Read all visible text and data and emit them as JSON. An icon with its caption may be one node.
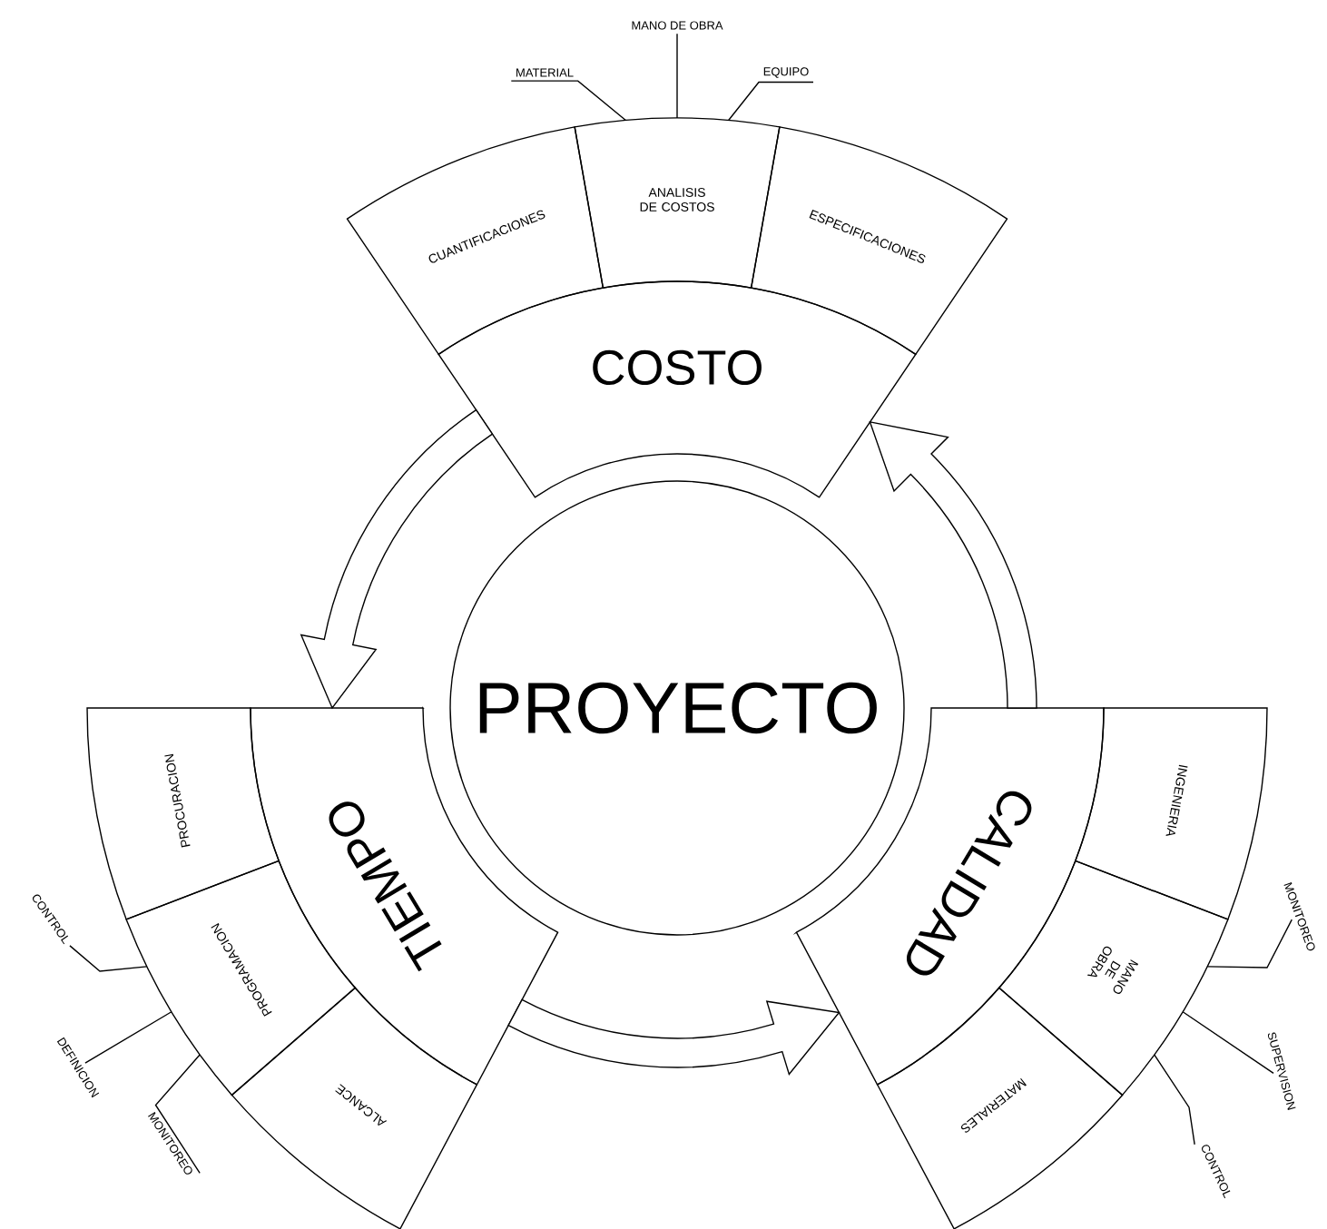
{
  "diagram": {
    "nodes": [
      {
        "text": [
          "PROYECTO"
        ]
      },
      {
        "text": [
          "COSTO"
        ]
      },
      {
        "text": [
          "CUANTIFICACIONES"
        ]
      },
      {
        "text": [
          "ANALISIS DE COSTOS"
        ]
      },
      {
        "text": [
          "ESPECIFICACIONES"
        ]
      },
      {
        "text": [
          "TIEMPO"
        ]
      },
      {
        "text": [
          "PROCURACION"
        ]
      },
      {
        "text": [
          "PROGRAMACION"
        ]
      },
      {
        "text": [
          "ALCANCE"
        ]
      },
      {
        "text": [
          "CALIDAD"
        ]
      },
      {
        "text": [
          "INGENIERIA"
        ]
      },
      {
        "text": [
          "MANO DE OBRA"
        ]
      },
      {
        "text": [
          "MATERIALES"
        ]
      },
      {
        "text": [
          "MATERIAL"
        ]
      },
      {
        "text": [
          "MANO DE OBRA"
        ]
      },
      {
        "text": [
          "EQUIPO"
        ]
      },
      {
        "text": [
          "CONTROL"
        ]
      },
      {
        "text": [
          "DEFINICION"
        ]
      },
      {
        "text": [
          "MONITOREO"
        ]
      },
      {
        "text": [
          "MONITOREO"
        ]
      },
      {
        "text": [
          "SUPERVISION"
        ]
      },
      {
        "text": [
          "CONTROL"
        ]
      }
    ],
    "edges": [
      {
        "from": 1,
        "to": 5,
        "arrow": "to"
      },
      {
        "from": 5,
        "to": 9,
        "arrow": "to"
      },
      {
        "from": 9,
        "to": 1,
        "arrow": "to"
      },
      {
        "from": 13,
        "to": 3,
        "arrow": "none"
      },
      {
        "from": 14,
        "to": 3,
        "arrow": "none"
      },
      {
        "from": 15,
        "to": 3,
        "arrow": "none"
      },
      {
        "from": 16,
        "to": 7,
        "arrow": "none"
      },
      {
        "from": 17,
        "to": 7,
        "arrow": "none"
      },
      {
        "from": 18,
        "to": 7,
        "arrow": "none"
      },
      {
        "from": 19,
        "to": 11,
        "arrow": "none"
      },
      {
        "from": 20,
        "to": 11,
        "arrow": "none"
      },
      {
        "from": 21,
        "to": 11,
        "arrow": "none"
      }
    ]
  }
}
